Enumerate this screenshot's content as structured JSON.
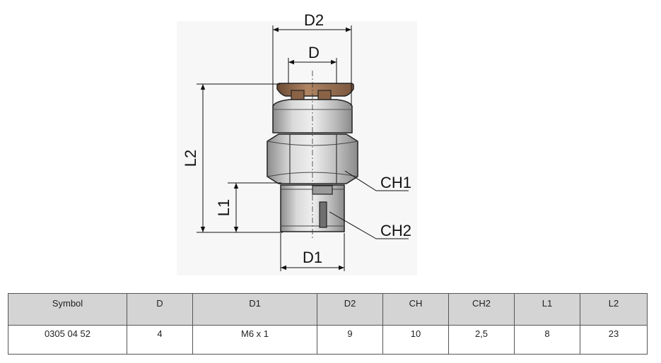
{
  "drawing": {
    "labels": {
      "d2": "D2",
      "d": "D",
      "l2": "L2",
      "l1": "L1",
      "d1": "D1",
      "ch1": "CH1",
      "ch2": "CH2"
    }
  },
  "table": {
    "headers": [
      "Symbol",
      "D",
      "D1",
      "D2",
      "CH",
      "CH2",
      "L1",
      "L2"
    ],
    "rows": [
      [
        "0305 04 52",
        "4",
        "M6 x 1",
        "9",
        "10",
        "2,5",
        "8",
        "23"
      ]
    ]
  }
}
